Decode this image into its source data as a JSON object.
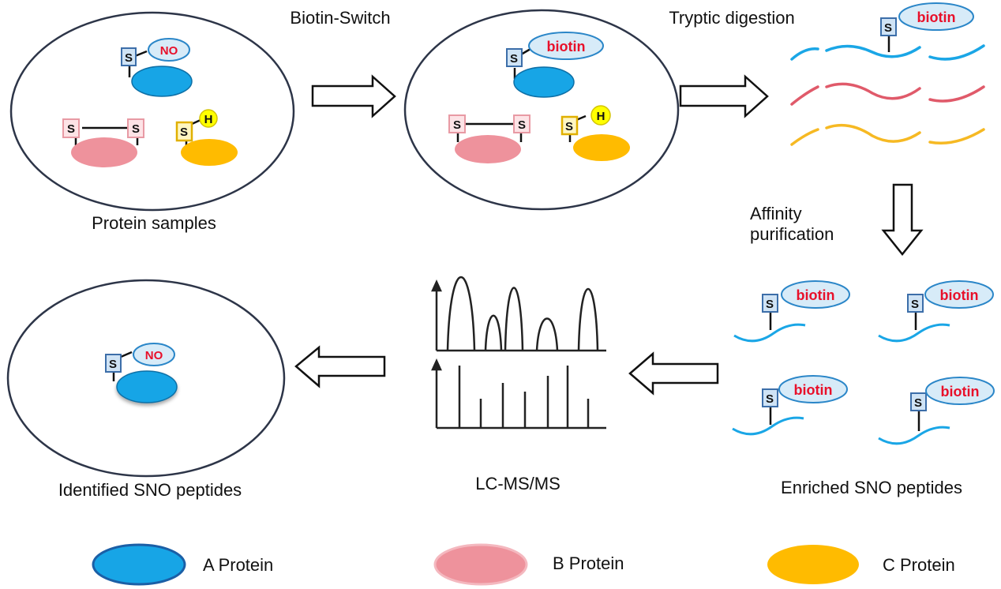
{
  "labels": {
    "biotin_switch": "Biotin-Switch",
    "tryptic_digestion": "Tryptic digestion",
    "protein_samples": "Protein samples",
    "affinity_line1": "Affinity",
    "affinity_line2": "purification",
    "identified": "Identified SNO peptides",
    "lcms": "LC-MS/MS",
    "enriched": "Enriched SNO peptides"
  },
  "tags": {
    "s": "S",
    "no": "NO",
    "h": "H",
    "biotin": "biotin"
  },
  "legend": [
    {
      "label": "A Protein",
      "color": "#17a5e6"
    },
    {
      "label": "B Protein",
      "color": "#ee929c"
    },
    {
      "label": "C Protein",
      "color": "#ffbb00"
    }
  ],
  "colors": {
    "protein_a": "#17a5e6",
    "protein_b": "#ee929c",
    "protein_c": "#ffbb00",
    "peptide_a": "#1aa6e6",
    "peptide_b": "#e05a6a",
    "peptide_c": "#f6b923",
    "biotin_text": "#e8102a",
    "tag_fill": "#d7ebf8"
  }
}
